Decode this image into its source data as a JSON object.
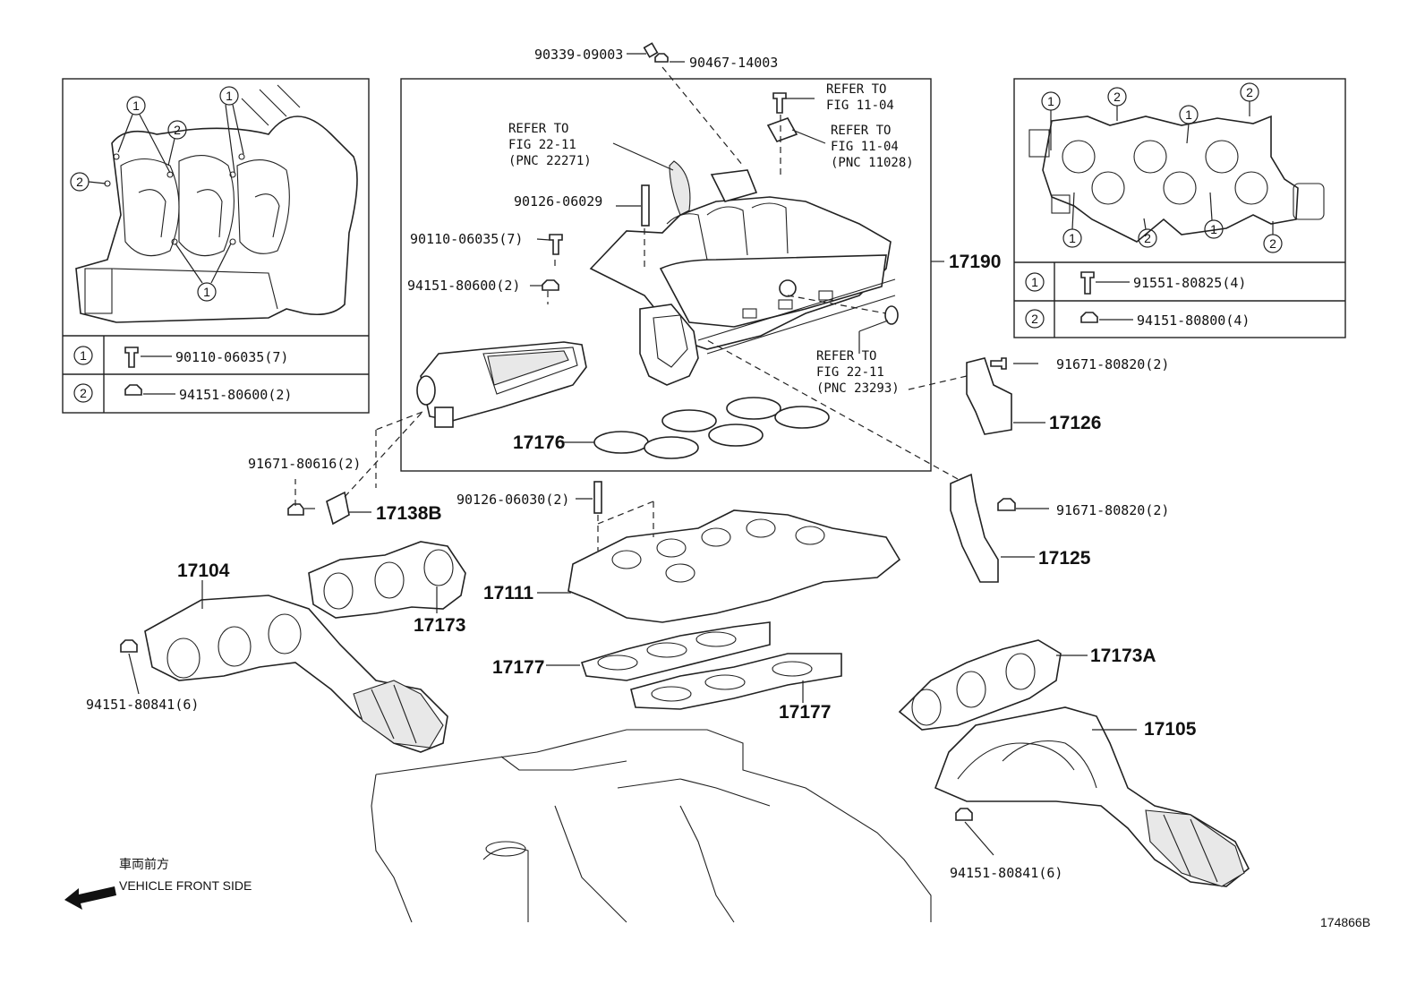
{
  "diagram_id": "174866B",
  "vehicle_front": {
    "jp": "車両前方",
    "en": "VEHICLE FRONT SIDE"
  },
  "left_inset": {
    "legend": [
      {
        "marker": "1",
        "part": "90110-06035(7)"
      },
      {
        "marker": "2",
        "part": "94151-80600(2)"
      }
    ]
  },
  "right_inset": {
    "legend": [
      {
        "marker": "1",
        "part": "91551-80825(4)"
      },
      {
        "marker": "2",
        "part": "94151-80800(4)"
      }
    ]
  },
  "center": {
    "pnc_17190": "17190",
    "refer_fig_11_04_a": {
      "line1": "REFER TO",
      "line2": "FIG 11-04"
    },
    "refer_fig_11_04_b": {
      "line1": "REFER TO",
      "line2": "FIG 11-04",
      "line3": "(PNC 11028)"
    },
    "refer_fig_22_11_a": {
      "line1": "REFER TO",
      "line2": "FIG 22-11",
      "line3": "(PNC 22271)"
    },
    "refer_fig_22_11_b": {
      "line1": "REFER TO",
      "line2": "FIG 22-11",
      "line3": "(PNC 23293)"
    }
  },
  "labels": {
    "p90339": "90339-09003",
    "p90467": "90467-14003",
    "p90126_06029": "90126-06029",
    "p90110_06035": "90110-06035(7)",
    "p94151_80600": "94151-80600(2)",
    "p17176": "17176",
    "p91671_80616": "91671-80616(2)",
    "p17138B": "17138B",
    "p90126_06030": "90126-06030(2)",
    "p17104": "17104",
    "p17173": "17173",
    "p17111": "17111",
    "p17177_a": "17177",
    "p17177_b": "17177",
    "p94151_80841_left": "94151-80841(6)",
    "p91671_80820_a": "91671-80820(2)",
    "p17126": "17126",
    "p91671_80820_b": "91671-80820(2)",
    "p17125": "17125",
    "p17173A": "17173A",
    "p17105": "17105",
    "p94151_80841_right": "94151-80841(6)"
  }
}
